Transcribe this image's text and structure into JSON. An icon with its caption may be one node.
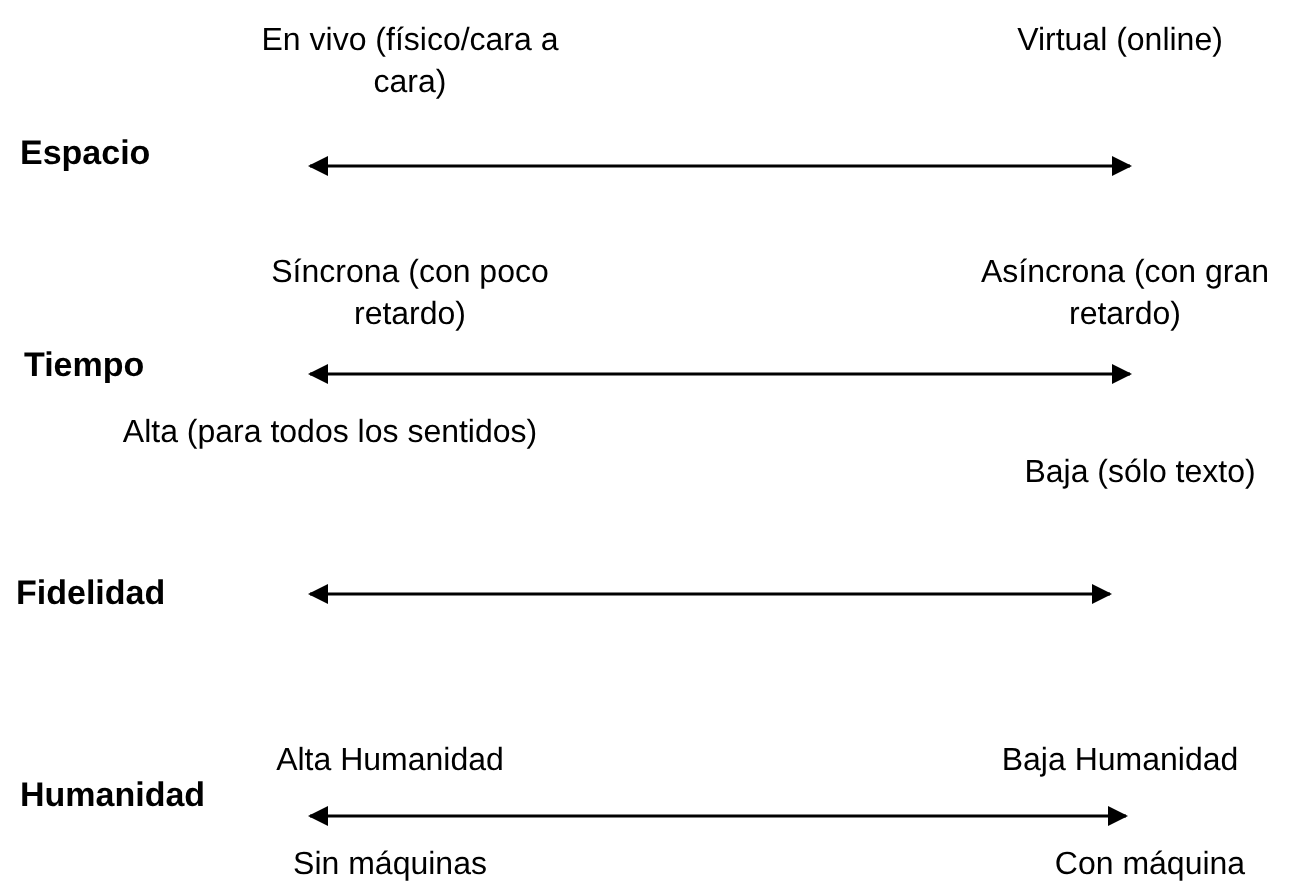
{
  "diagram": {
    "labels": [
      "En vivo (físico/cara a cara)",
      "Virtual (online)",
      "Espacio",
      "Síncrona (con poco retardo)",
      "Asíncrona (con gran retardo)",
      "Tiempo",
      "Alta (para todos los sentidos)",
      "Baja (sólo texto)",
      "Fidelidad",
      "Alta Humanidad",
      "Baja Humanidad",
      "Humanidad",
      "Sin máquinas",
      "Con máquina"
    ]
  }
}
